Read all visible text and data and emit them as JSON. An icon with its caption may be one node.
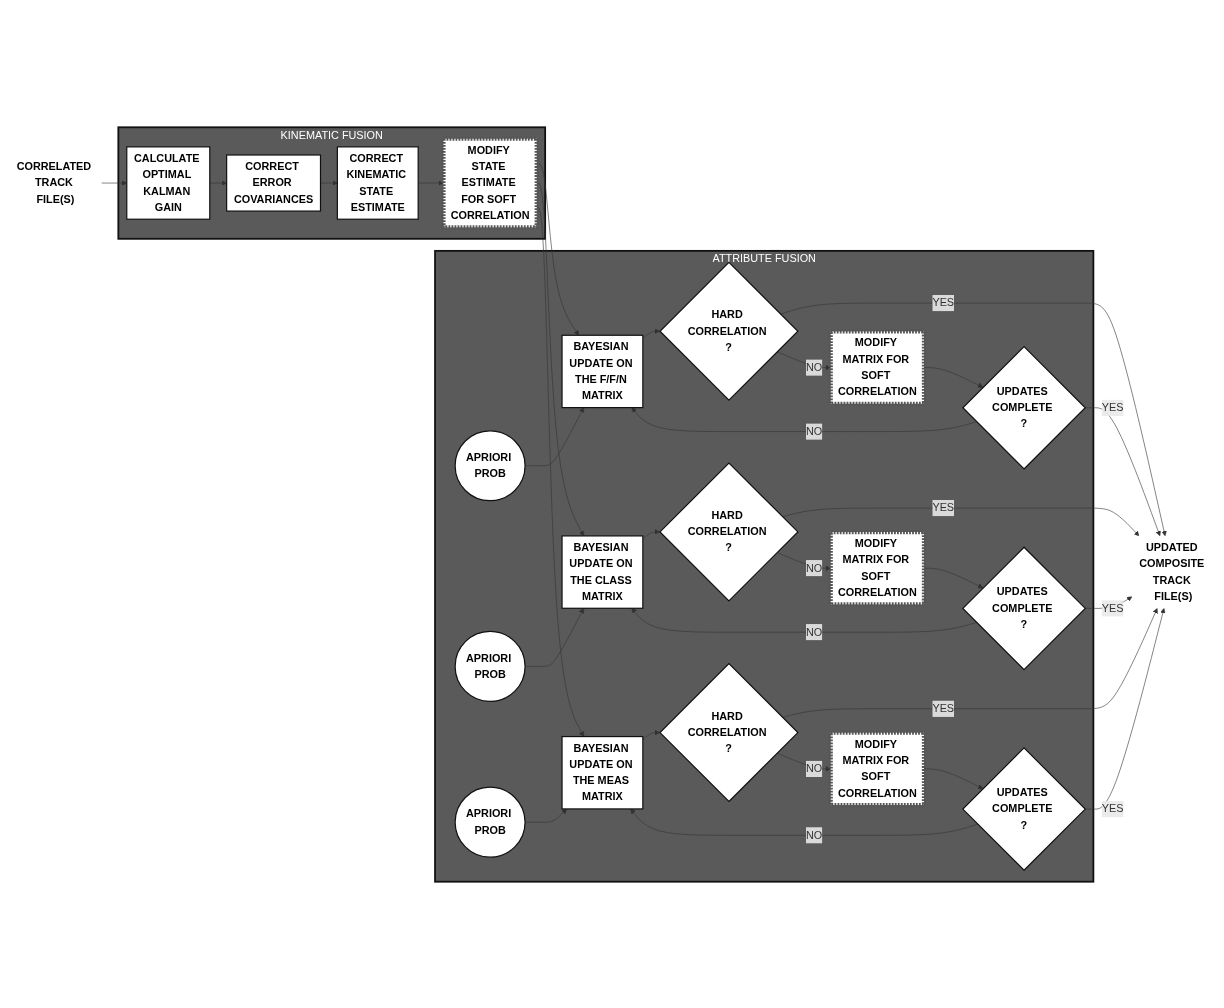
{
  "diagram": {
    "nodes": [
      {
        "text": [
          "CORRELATED TRACK FILE(S)"
        ]
      },
      {
        "text": [
          "KINEMATIC FUSION"
        ]
      },
      {
        "text": [
          "CALCULATE OPTIMAL KALMAN GAIN"
        ],
        "in": 1
      },
      {
        "text": [
          "CORRECT ERROR COVARIANCES"
        ],
        "in": 1
      },
      {
        "text": [
          "CORRECT KINEMATIC STATE ESTIMATE"
        ],
        "in": 1
      },
      {
        "text": [
          "MODIFY STATE ESTIMATE FOR SOFT CORRELATION"
        ],
        "in": 1
      },
      {
        "text": [
          "ATTRIBUTE FUSION"
        ]
      },
      {
        "text": [
          "BAYESIAN UPDATE ON THE F/F/N MATRIX"
        ],
        "in": 6
      },
      {
        "text": [
          "HARD CORRELATION ?"
        ],
        "in": 6
      },
      {
        "text": [
          "MODIFY MATRIX FOR SOFT CORRELATION"
        ],
        "in": 6
      },
      {
        "text": [
          "APRIORI PROB"
        ],
        "in": 6
      },
      {
        "text": [
          "UPDATES COMPLETE ?"
        ],
        "in": 6
      },
      {
        "text": [
          "BAYESIAN UPDATE ON THE CLASS MATRIX"
        ],
        "in": 6
      },
      {
        "text": [
          "HARD CORRELATION ?"
        ],
        "in": 6
      },
      {
        "text": [
          "MODIFY MATRIX FOR SOFT CORRELATION"
        ],
        "in": 6
      },
      {
        "text": [
          "APRIORI PROB"
        ],
        "in": 6
      },
      {
        "text": [
          "UPDATES COMPLETE ?"
        ],
        "in": 6
      },
      {
        "text": [
          "BAYESIAN UPDATE ON THE MEAS MATRIX"
        ],
        "in": 6
      },
      {
        "text": [
          "HARD CORRELATION ?"
        ],
        "in": 6
      },
      {
        "text": [
          "MODIFY MATRIX FOR SOFT CORRELATION"
        ],
        "in": 6
      },
      {
        "text": [
          "APRIORI PROB"
        ],
        "in": 6
      },
      {
        "text": [
          "UPDATES COMPLETE ?"
        ],
        "in": 6
      },
      {
        "text": [
          "UPDATED COMPOSITE TRACK FILE(S)"
        ]
      }
    ],
    "edges": [
      {
        "from": 0,
        "to": 2,
        "arrow": "to"
      },
      {
        "from": 2,
        "to": 3,
        "arrow": "to"
      },
      {
        "from": 3,
        "to": 4,
        "arrow": "to"
      },
      {
        "from": 4,
        "to": 5,
        "arrow": "to"
      },
      {
        "from": 5,
        "to": 7,
        "arrow": "to"
      },
      {
        "from": 5,
        "to": 12,
        "arrow": "to"
      },
      {
        "from": 5,
        "to": 17,
        "arrow": "to"
      },
      {
        "from": 7,
        "to": 8,
        "arrow": "to"
      },
      {
        "from": 8,
        "to": 9,
        "arrow": "to",
        "label": "NO"
      },
      {
        "from": 9,
        "to": 11,
        "arrow": "to"
      },
      {
        "from": 10,
        "to": 7,
        "arrow": "to"
      },
      {
        "from": 11,
        "to": 7,
        "arrow": "to",
        "label": "NO"
      },
      {
        "from": 8,
        "to": 22,
        "arrow": "to",
        "label": "YES"
      },
      {
        "from": 11,
        "to": 22,
        "arrow": "to",
        "label": "YES"
      },
      {
        "from": 12,
        "to": 13,
        "arrow": "to"
      },
      {
        "from": 13,
        "to": 14,
        "arrow": "to",
        "label": "NO"
      },
      {
        "from": 14,
        "to": 16,
        "arrow": "to"
      },
      {
        "from": 15,
        "to": 12,
        "arrow": "to"
      },
      {
        "from": 16,
        "to": 12,
        "arrow": "to",
        "label": "NO"
      },
      {
        "from": 13,
        "to": 22,
        "arrow": "to",
        "label": "YES"
      },
      {
        "from": 16,
        "to": 22,
        "arrow": "to",
        "label": "YES"
      },
      {
        "from": 17,
        "to": 18,
        "arrow": "to"
      },
      {
        "from": 18,
        "to": 19,
        "arrow": "to",
        "label": "NO"
      },
      {
        "from": 19,
        "to": 21,
        "arrow": "to"
      },
      {
        "from": 20,
        "to": 17,
        "arrow": "to"
      },
      {
        "from": 21,
        "to": 17,
        "arrow": "to",
        "label": "NO"
      },
      {
        "from": 18,
        "to": 22,
        "arrow": "to",
        "label": "YES"
      },
      {
        "from": 21,
        "to": 22,
        "arrow": "to",
        "label": "YES"
      }
    ]
  }
}
